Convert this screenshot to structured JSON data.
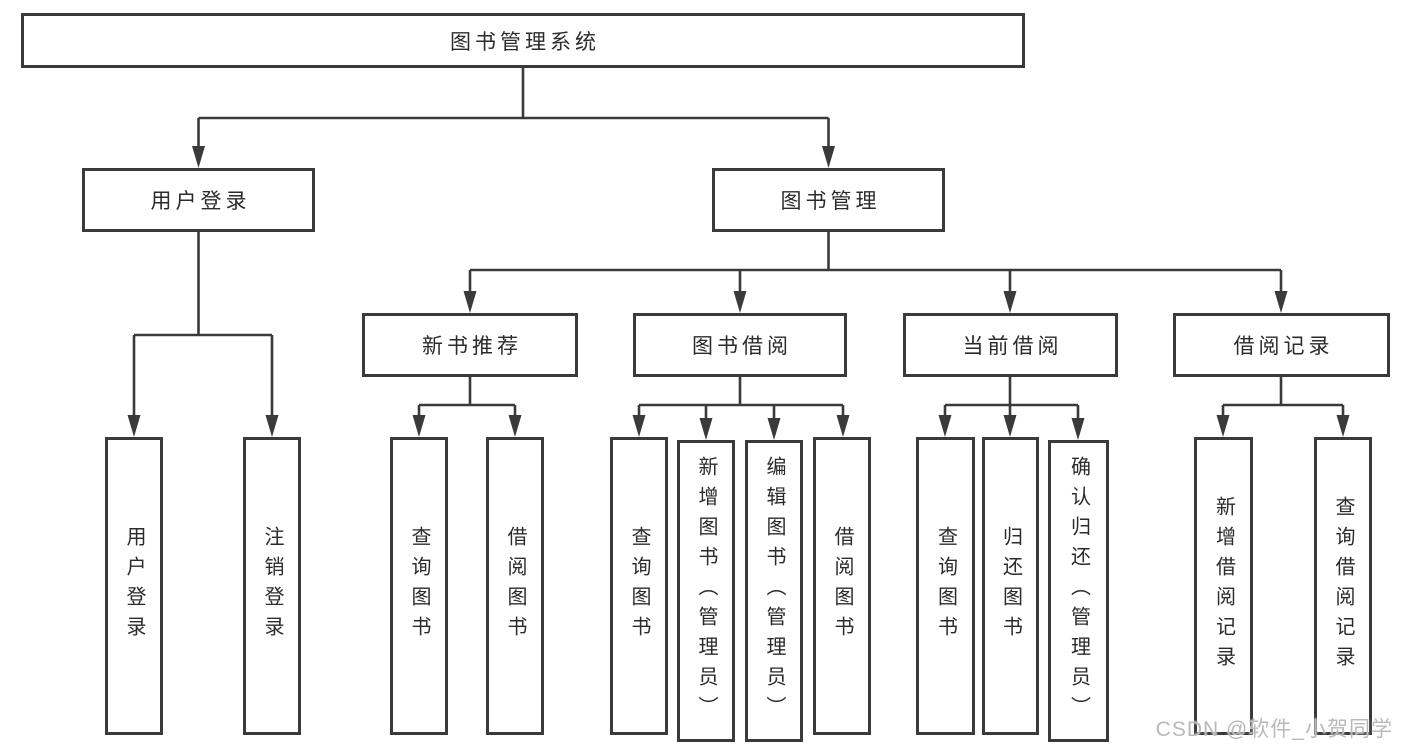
{
  "tree": {
    "label": "图书管理系统",
    "children": [
      {
        "label": "用户登录",
        "children": [
          {
            "label": "用户登录"
          },
          {
            "label": "注销登录"
          }
        ]
      },
      {
        "label": "图书管理",
        "children": [
          {
            "label": "新书推荐",
            "children": [
              {
                "label": "查询图书"
              },
              {
                "label": "借阅图书"
              }
            ]
          },
          {
            "label": "图书借阅",
            "children": [
              {
                "label": "查询图书"
              },
              {
                "label": "新增图书（管理员）"
              },
              {
                "label": "编辑图书（管理员）"
              },
              {
                "label": "借阅图书"
              }
            ]
          },
          {
            "label": "当前借阅",
            "children": [
              {
                "label": "查询图书"
              },
              {
                "label": "归还图书"
              },
              {
                "label": "确认归还（管理员）"
              }
            ]
          },
          {
            "label": "借阅记录",
            "children": [
              {
                "label": "新增借阅记录"
              },
              {
                "label": "查询借阅记录"
              }
            ]
          }
        ]
      }
    ]
  },
  "watermark": "CSDN @软件_小贺同学",
  "colors": {
    "line": "#3a3a3a",
    "box_border": "#3a3a3a",
    "text": "#2b2b2b",
    "watermark": "#b9b9b9"
  }
}
